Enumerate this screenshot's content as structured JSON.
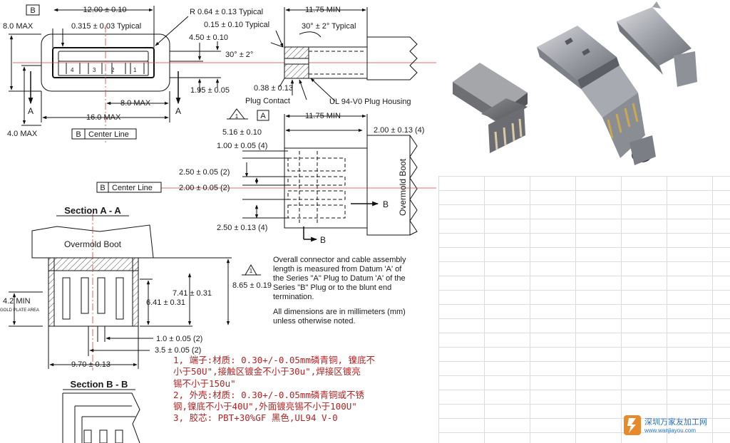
{
  "drawing": {
    "datum_a": "A",
    "datum_b": "B",
    "note_flag": "1",
    "pin_numbers": [
      "4",
      "3",
      "2",
      "1"
    ],
    "top_view": {
      "width": "12.00 ± 0.10",
      "height": "8.0 MAX",
      "corner_radius": "R 0.64 ± 0.13 Typical",
      "wall": "0.315 ± 0.03 Typical",
      "dim_450": "4.50 ± 0.10",
      "dim_195": "1.95 ± 0.05",
      "angle": "30° ± 2°",
      "dim_80": "8.0 MAX",
      "dim_160": "16.0 MAX",
      "dim_40": "4.0 MAX",
      "section_mark": "A",
      "center_line": "Center Line"
    },
    "side_view": {
      "length": "11.75 MIN",
      "contact_gap": "0.15 ± 0.10 Typical",
      "angle_top": "30° ± 2° Typical",
      "angle_left": "30° ± 2°",
      "contact_thk": "0.38 ± 0.13",
      "plug_contact": "Plug Contact",
      "housing": "UL 94-V0 Plug Housing"
    },
    "plan_view": {
      "length": "11.75 MIN",
      "dim_516": "5.16 ± 0.10",
      "dim_200_4": "2.00 ± 0.13 (4)",
      "dim_100_4": "1.00 ± 0.05 (4)",
      "dim_250_2": "2.50 ± 0.05 (2)",
      "dim_200_2": "2.00 ± 0.05 (2)",
      "dim_250_4": "2.50 ± 0.13 (4)",
      "center_line": "Center Line",
      "boot_label": "Overmold Boot",
      "section_mark": "B"
    },
    "section_a": {
      "title": "Section A - A",
      "boot_label": "Overmold Boot",
      "dim_42": "4.2 MIN",
      "gold_area": "GOLD PLATE AREA",
      "dim_865": "8.65 ± 0.19",
      "dim_741": "7.41 ± 0.31",
      "dim_641": "6.41 ± 0.31",
      "dim_10": "1.0 ± 0.05 (2)",
      "dim_35": "3.5 ± 0.05 (2)",
      "dim_970": "9.70 ± 0.13"
    },
    "section_b": {
      "title": "Section B - B"
    },
    "notes_en": [
      "Overall connector and cable assembly",
      "length is measured from Datum 'A' of",
      "the Series \"A\" Plug to Datum 'A' of the",
      "Series \"B\" Plug or to the blunt end",
      "termination."
    ],
    "units_note": [
      "All dimensions are in millimeters (mm)",
      "unless otherwise noted."
    ]
  },
  "notes_cn": [
    "1, 端子:材质: 0.30+/-0.05mm磷青铜, 镍底不",
    "小于50U\",接触区镀金不小于30u\",焊接区镀亮",
    "锡不小于150u\"",
    "2, 外壳:材质: 0.30+/-0.05mm磷青铜或不锈",
    "钢,镍底不小于40U\",外面镀亮锡不小于100U\"",
    "3, 胶芯: PBT+30%GF 黑色,UL94 V-0"
  ],
  "watermark": {
    "name": "深圳万家友加工网",
    "url": "www.wanjiayou.com"
  },
  "colors": {
    "note_red": "#b42323",
    "centerline_red": "#d04040",
    "watermark_blue": "#2b6fb6",
    "logo_orange": "#e8892b"
  }
}
